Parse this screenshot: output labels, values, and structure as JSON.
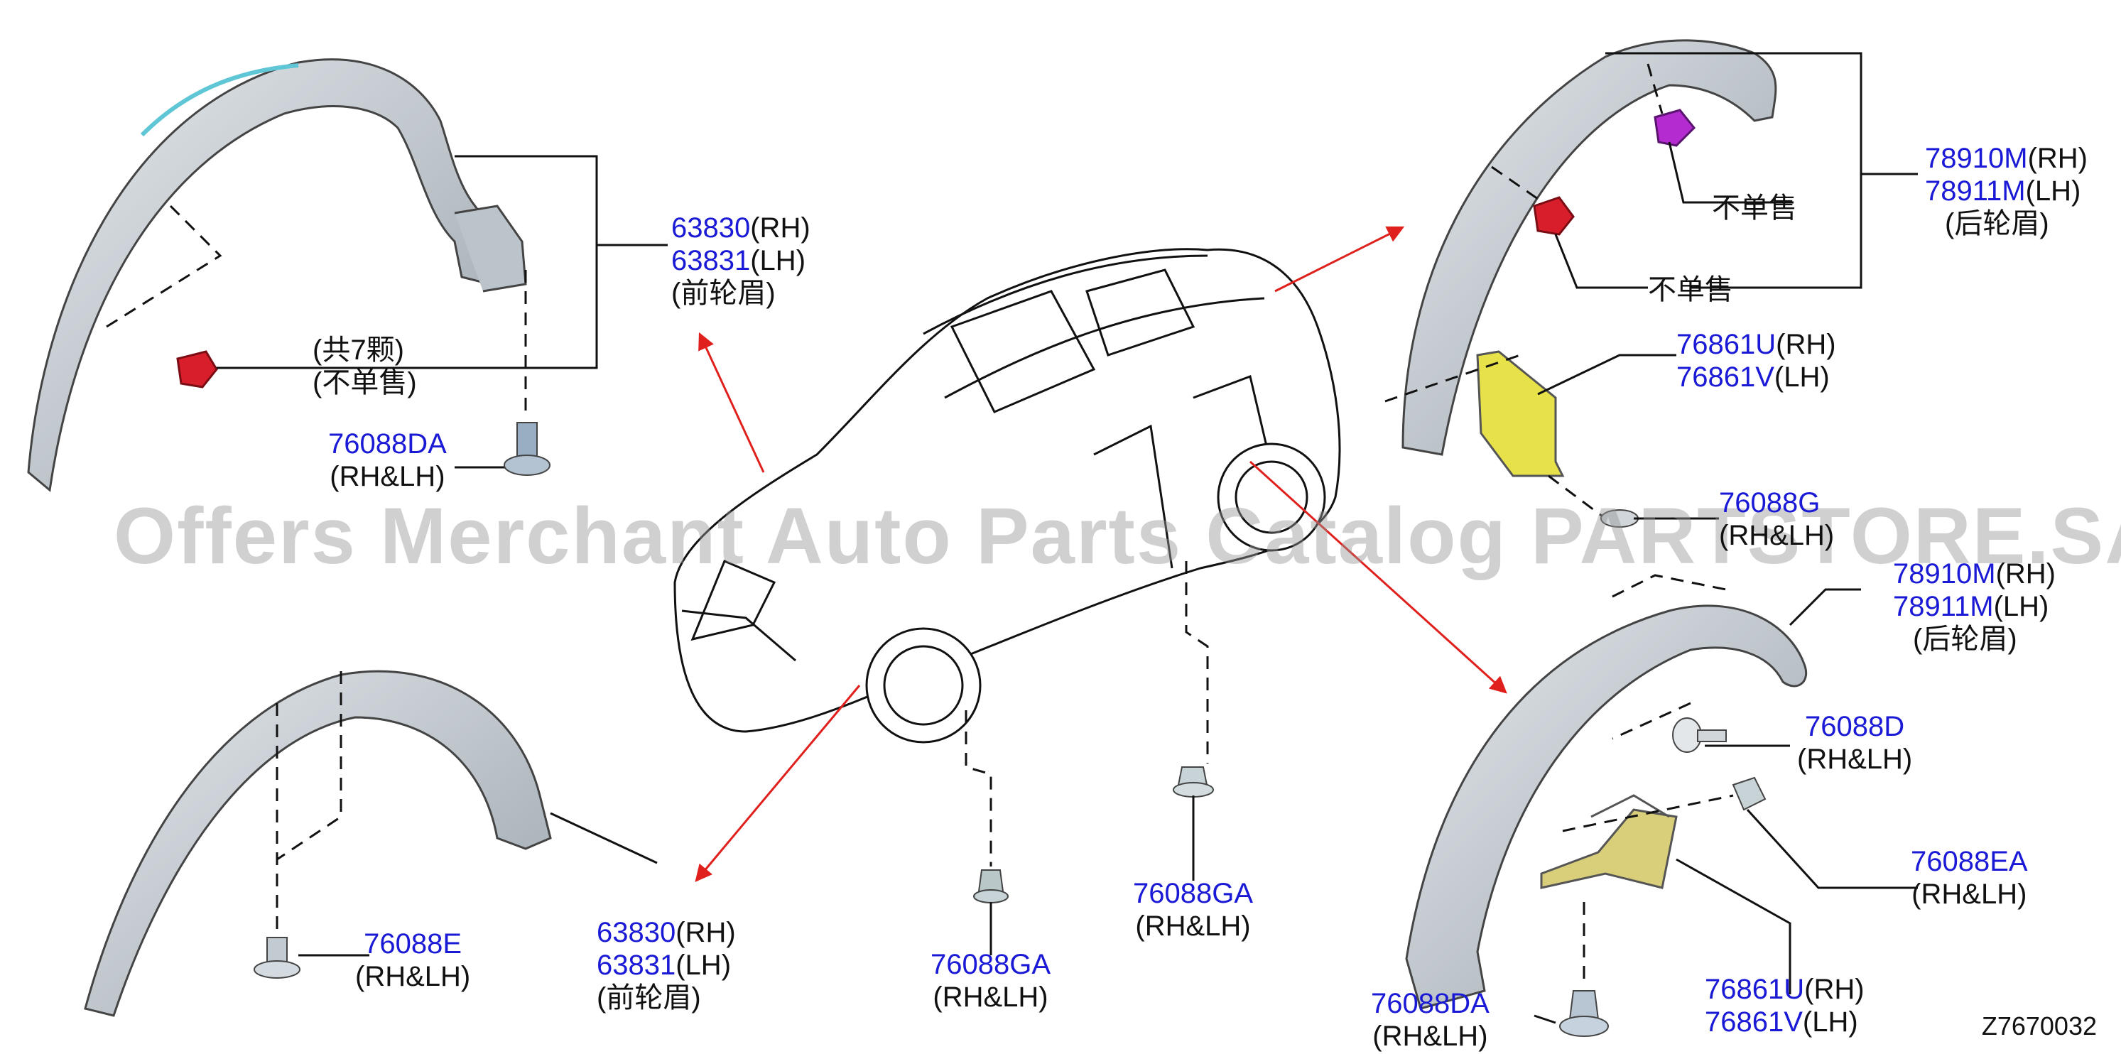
{
  "watermark": "Offers Merchant Auto Parts Catalog PARTSTORE.SA",
  "diagram_code": "Z7670032",
  "labels": {
    "front_upper": {
      "pn1": "63830",
      "s1": "(RH)",
      "pn2": "63831",
      "s2": "(LH)",
      "desc": "(前轮眉)"
    },
    "front_lower": {
      "pn1": "63830",
      "s1": "(RH)",
      "pn2": "63831",
      "s2": "(LH)",
      "desc": "(前轮眉)"
    },
    "clip_count": {
      "l1": "(共7颗)",
      "l2": "(不单售)"
    },
    "clip_76088da_top": {
      "pn": "76088DA",
      "side": "(RH&LH)"
    },
    "clip_76088e": {
      "pn": "76088E",
      "side": "(RH&LH)"
    },
    "clip_76088ga_mid": {
      "pn": "76088GA",
      "side": "(RH&LH)"
    },
    "clip_76088ga_right": {
      "pn": "76088GA",
      "side": "(RH&LH)"
    },
    "rear_upper": {
      "pn1": "78910M",
      "s1": "(RH)",
      "pn2": "78911M",
      "s2": "(LH)",
      "desc": "(后轮眉)"
    },
    "not_sold_1": "不单售",
    "not_sold_2": "不单售",
    "mudflap_upper": {
      "pn1": "76861U",
      "s1": "(RH)",
      "pn2": "76861V",
      "s2": "(LH)"
    },
    "clip_76088g": {
      "pn": "76088G",
      "side": "(RH&LH)"
    },
    "rear_lower": {
      "pn1": "78910M",
      "s1": "(RH)",
      "pn2": "78911M",
      "s2": "(LH)",
      "desc": "(后轮眉)"
    },
    "clip_76088d": {
      "pn": "76088D",
      "side": "(RH&LH)"
    },
    "clip_76088ea": {
      "pn": "76088EA",
      "side": "(RH&LH)"
    },
    "clip_76088da_bottom": {
      "pn": "76088DA",
      "side": "(RH&LH)"
    },
    "mudflap_lower": {
      "pn1": "76861U",
      "s1": "(RH)",
      "pn2": "76861V",
      "s2": "(LH)"
    }
  },
  "colors": {
    "part_number": "#1a1ad6",
    "arrow": "#e0201c",
    "fender_fill": "#c6cdd3",
    "red_clip": "#d81e2a",
    "magenta_clip": "#b42bd0",
    "mudflap_yellow": "#e8e24a",
    "mudflap_tan": "#d9cf7a"
  }
}
